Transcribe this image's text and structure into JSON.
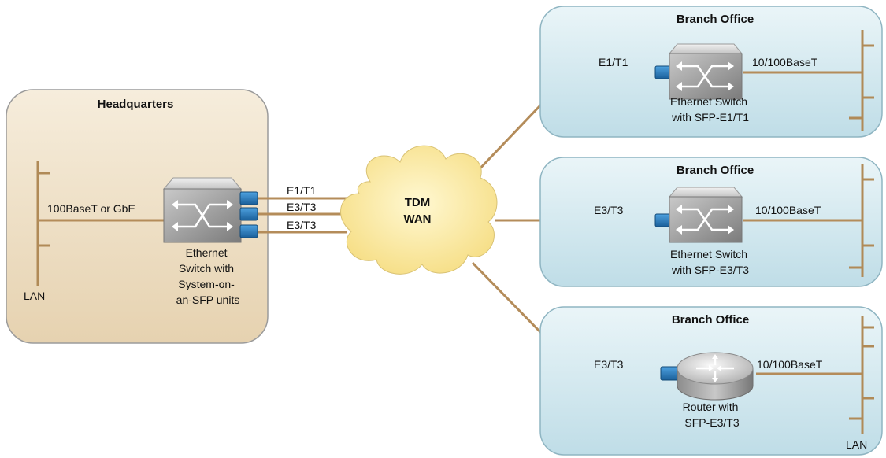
{
  "colors": {
    "hq_fill": "#efe1c9",
    "branch_fill": "#d3e8ee",
    "wire": "#b48c5a",
    "cloud": "#f9e59b",
    "sfp": "#1f6fb3"
  },
  "headquarters": {
    "title": "Headquarters",
    "lan_link_label": "100BaseT or GbE",
    "lan_label": "LAN",
    "device_icon": "ethernet-switch-icon",
    "device_label_lines": [
      "Ethernet",
      "Switch with",
      "System-on-",
      "an-SFP units"
    ]
  },
  "wan_links": [
    "E1/T1",
    "E3/T3",
    "E3/T3"
  ],
  "cloud": {
    "line1": "TDM",
    "line2": "WAN",
    "icon": "cloud-icon"
  },
  "branches": [
    {
      "title": "Branch Office",
      "wan_label": "E1/T1",
      "lan_link_label": "10/100BaseT",
      "device_icon": "ethernet-switch-icon",
      "device_label_lines": [
        "Ethernet Switch",
        "with SFP-E1/T1"
      ],
      "lan_label": ""
    },
    {
      "title": "Branch Office",
      "wan_label": "E3/T3",
      "lan_link_label": "10/100BaseT",
      "device_icon": "ethernet-switch-icon",
      "device_label_lines": [
        "Ethernet Switch",
        "with SFP-E3/T3"
      ],
      "lan_label": ""
    },
    {
      "title": "Branch Office",
      "wan_label": "E3/T3",
      "lan_link_label": "10/100BaseT",
      "device_icon": "router-icon",
      "device_label_lines": [
        "Router with",
        "SFP-E3/T3"
      ],
      "lan_label": "LAN"
    }
  ]
}
